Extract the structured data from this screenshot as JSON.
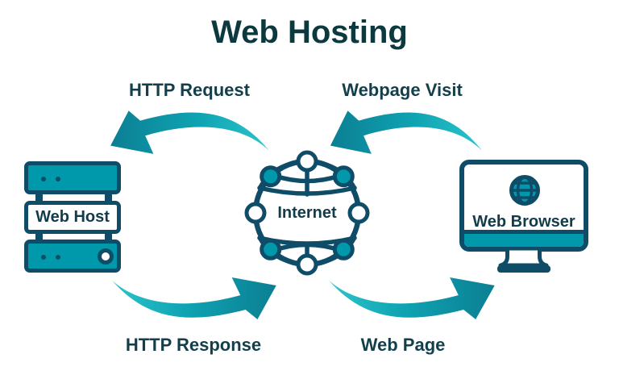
{
  "title": "Web Hosting",
  "colors": {
    "outline": "#0f4c68",
    "teal": "#0099ab",
    "arrow_dark": "#0b7f93",
    "arrow_mid": "#0fa3b2",
    "arrow_light": "#2cc4cb",
    "title_text": "#0c393d",
    "label_text": "#133f4b",
    "device_text": "#123c4a",
    "background": "#ffffff"
  },
  "nodes": {
    "web_host": {
      "label": "Web Host",
      "icon": "server-icon"
    },
    "internet": {
      "label": "Internet",
      "icon": "globe-network-icon"
    },
    "web_browser": {
      "label": "Web Browser",
      "icon": "monitor-globe-icon"
    }
  },
  "flows": [
    {
      "label": "HTTP Request",
      "from": "internet",
      "to": "web_host",
      "position": "top-left"
    },
    {
      "label": "Webpage Visit",
      "from": "web_browser",
      "to": "internet",
      "position": "top-right"
    },
    {
      "label": "HTTP Response",
      "from": "web_host",
      "to": "internet",
      "position": "bottom-left"
    },
    {
      "label": "Web Page",
      "from": "internet",
      "to": "web_browser",
      "position": "bottom-right"
    }
  ]
}
